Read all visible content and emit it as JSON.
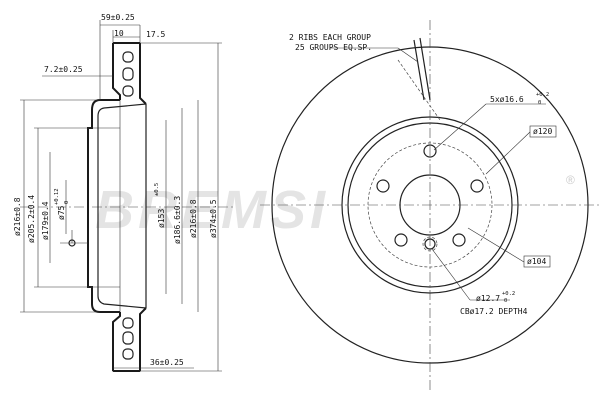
{
  "watermark": {
    "text": "BREMSI",
    "registered_mark": "®"
  },
  "section_view": {
    "dims": {
      "d59": "59±0.25",
      "d10": "10",
      "d17_5": "17.5",
      "d7_2": "7.2±0.25",
      "d36": "36±0.25",
      "d216": "ø216±0.8",
      "d205": "ø205.2±0.4",
      "d179": "ø179±0.4",
      "d75_main": "ø75",
      "d75_tol": "+0.12",
      "d75_tol2": "0",
      "d153_main": "ø153",
      "d153_tol": "±0.5",
      "d186": "ø186.6±0.3",
      "d216b": "ø216±0.8",
      "d374": "ø374±0.5"
    }
  },
  "front_view": {
    "ribs_note_1": "2 RIBS EACH GROUP",
    "ribs_note_2": "25 GROUPS EQ.SP.",
    "bolt_holes": "5xø16.6",
    "bolt_tol_top": "+0.2",
    "bolt_tol_bot": "0",
    "pcd": "ø120",
    "inner": "ø104",
    "small_hole": "ø12.7",
    "small_tol_top": "+0.2",
    "small_tol_bot": "0",
    "counterbore": "CBø17.2 DEPTH4"
  }
}
